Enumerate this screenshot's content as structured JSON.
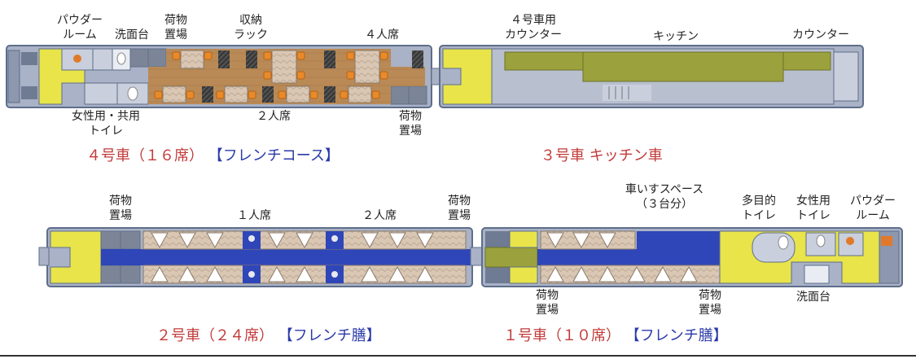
{
  "colors": {
    "car_body": "#a9b2c6",
    "car_outline": "#5e6e8a",
    "vestibule": "#e8e44a",
    "floor_wood": "#b98a56",
    "orange_seat": "#e88a2a",
    "blue_aisle": "#2f46b8",
    "marble_table": "#d9c7b4",
    "kitchen": "#9ba13c",
    "dark_rack": "#3a3a3a",
    "wall_gray": "#7c8597",
    "caption_red": "#c23a3a",
    "caption_blue": "#2a3aa8"
  },
  "labels": {
    "car4": {
      "powder_room": "パウダー\nルーム",
      "washbasin": "洗面台",
      "luggage_top": "荷物\n置場",
      "rack": "収納\nラック",
      "four_seat": "４人席",
      "toilet": "女性用・共用\nトイレ",
      "two_seat": "２人席",
      "luggage_bottom": "荷物\n置場"
    },
    "car3": {
      "counter_car4": "４号車用\nカウンター",
      "kitchen": "キッチン",
      "counter": "カウンター"
    },
    "car2": {
      "luggage_left": "荷物\n置場",
      "single_seat": "１人席",
      "two_seat": "２人席",
      "luggage_right": "荷物\n置場"
    },
    "car1": {
      "wheelchair": "車いすスペース\n（３台分）",
      "multi_toilet": "多目的\nトイレ",
      "ladies_toilet": "女性用\nトイレ",
      "powder_room": "パウダー\nルーム",
      "luggage_left": "荷物\n置場",
      "luggage_right": "荷物\n置場",
      "washbasin": "洗面台"
    }
  },
  "captions": {
    "car4": {
      "name": "４号車（１６席）",
      "menu": "【フレンチコース】"
    },
    "car3": {
      "name": "３号車 キッチン車"
    },
    "car2": {
      "name": "２号車（２４席）",
      "menu": "【フレンチ膳】"
    },
    "car1": {
      "name": "１号車（１０席）",
      "menu": "【フレンチ膳】"
    }
  }
}
